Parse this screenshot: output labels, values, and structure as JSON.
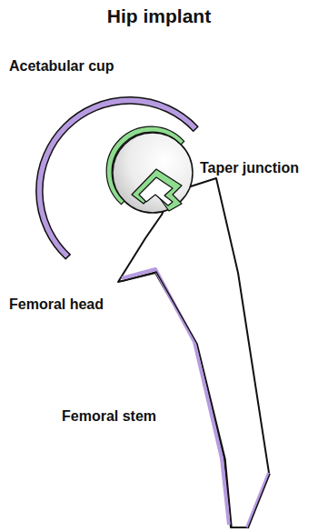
{
  "diagram": {
    "title": "Hip implant",
    "labels": [
      "Acetabular cup",
      "Taper junction",
      "Femoral head",
      "Femoral stem"
    ]
  }
}
